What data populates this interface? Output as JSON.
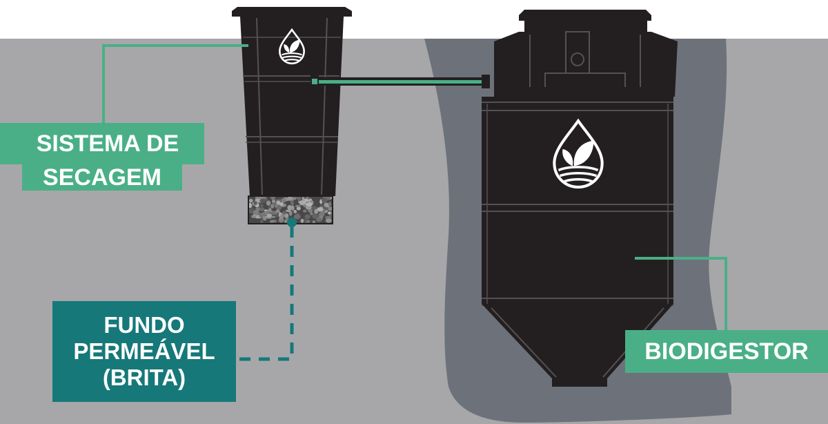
{
  "labels": {
    "drying_system_line1": "SISTEMA DE",
    "drying_system_line2": "SECAGEM",
    "permeable_bottom": "FUNDO\nPERMEÁVEL\n(BRITA)",
    "biodigester": "BIODIGESTOR"
  },
  "colors": {
    "sky": "#ffffff",
    "ground": "#a7a7a9",
    "excavation": "#6d727a",
    "tank": "#231f20",
    "tank_line": "#555152",
    "accent_green": "#4aaf87",
    "accent_teal": "#167879",
    "gravel": "#6b6b6b"
  },
  "icons": {
    "tank_logo": "water-drop-leaf-icon"
  }
}
